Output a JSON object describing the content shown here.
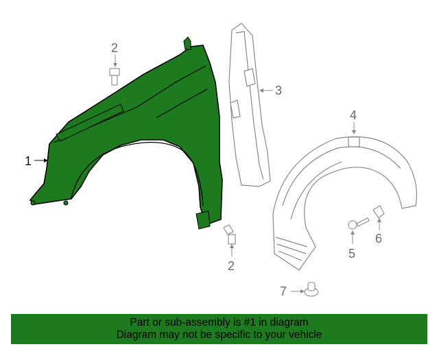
{
  "diagram": {
    "callouts": [
      "1",
      "2",
      "3",
      "4",
      "5",
      "6",
      "7",
      "2"
    ]
  },
  "highlight_color": "#1e7a1e",
  "part_fill_color": "#ffffff",
  "banner": {
    "line1": "Part or sub-assembly is #1 in diagram",
    "line2": "Diagram may not be specific to your vehicle"
  }
}
